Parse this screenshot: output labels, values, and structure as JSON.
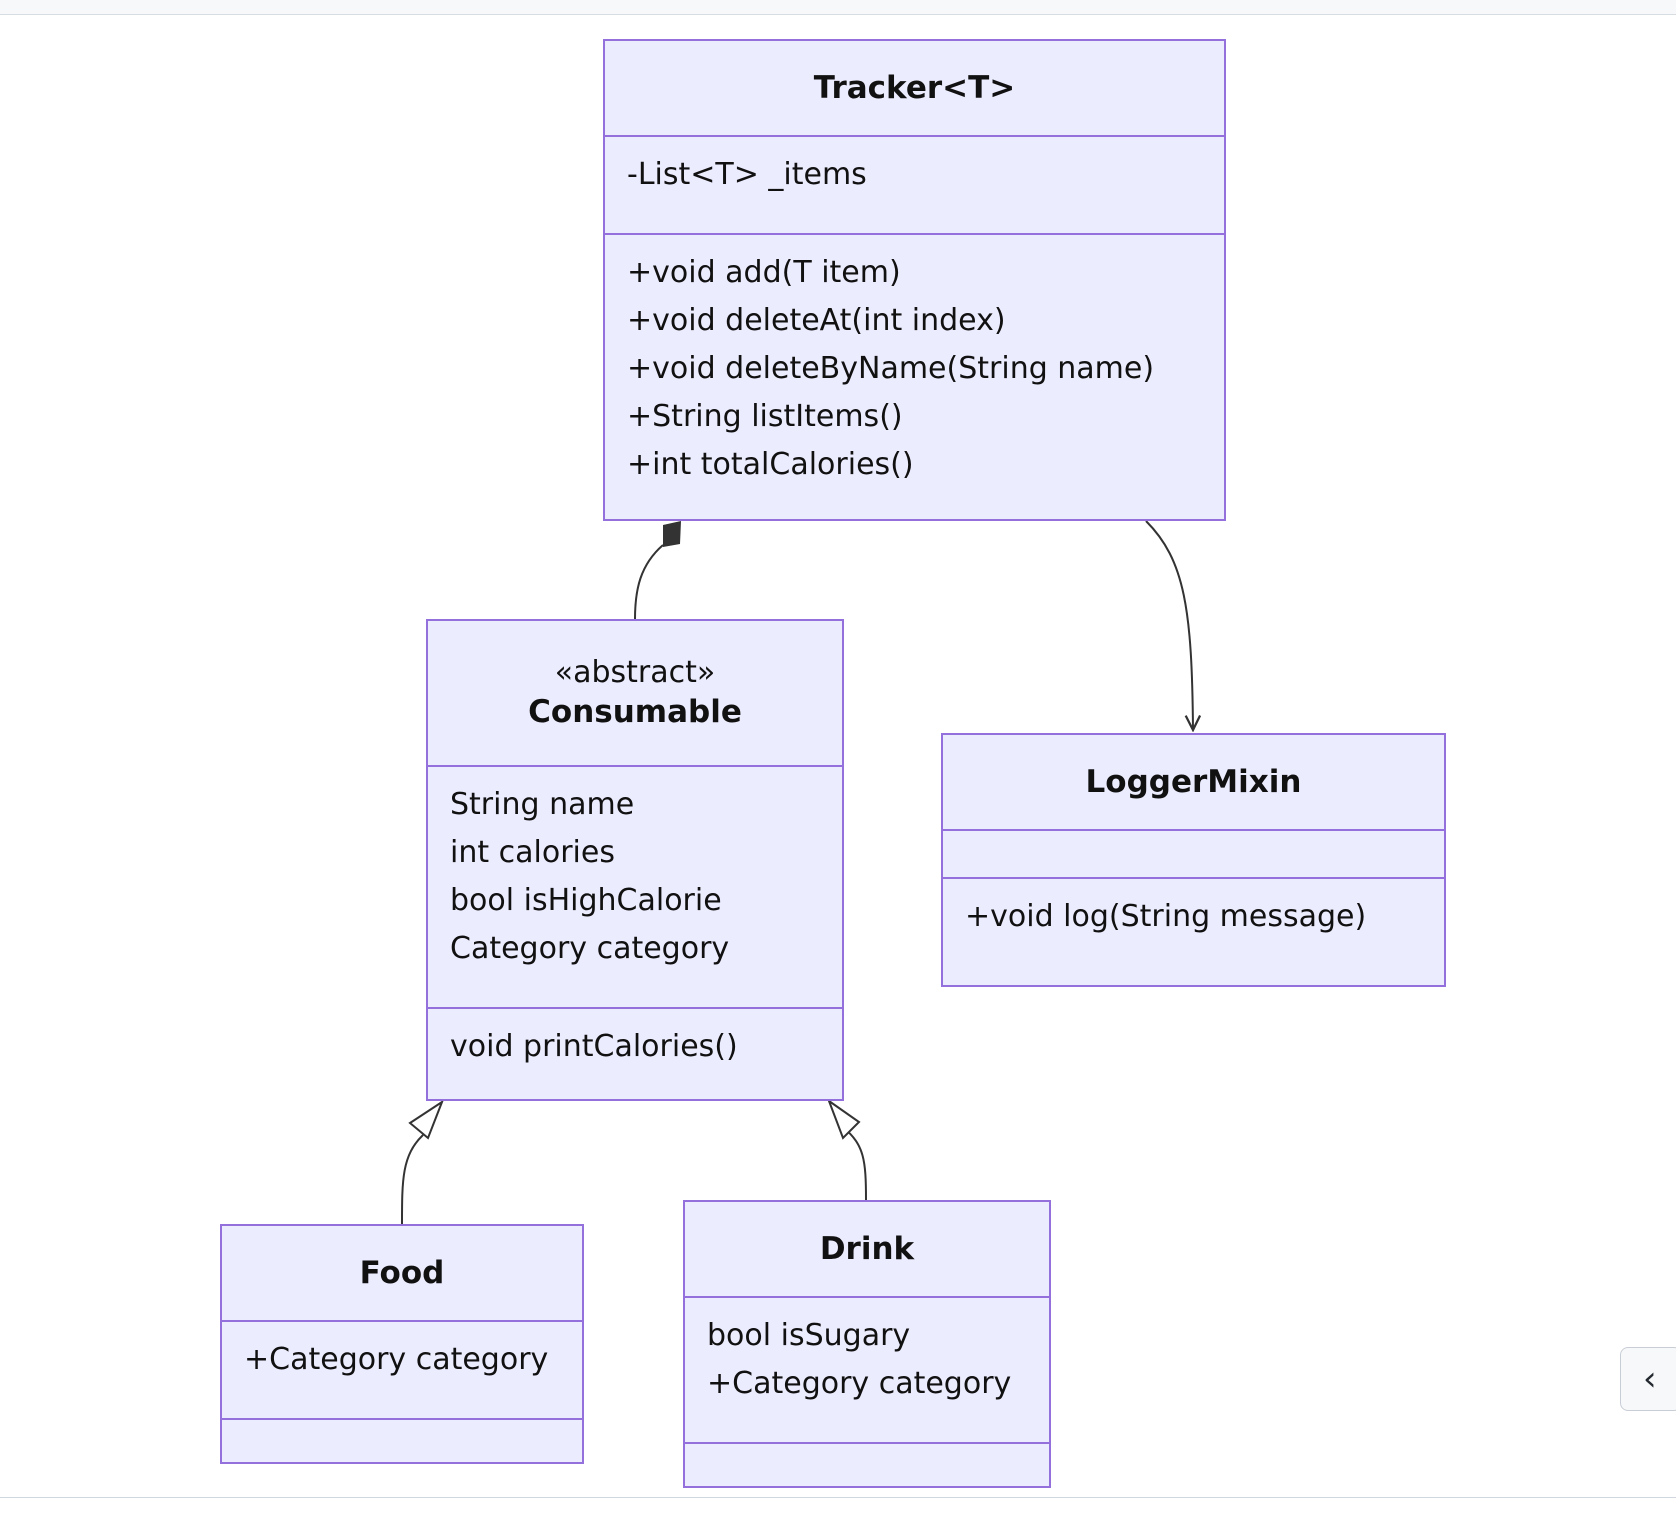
{
  "diagram": {
    "classes": {
      "tracker": {
        "title": "Tracker<T>",
        "attributes": [
          "-List<T> _items"
        ],
        "methods": [
          "+void add(T item)",
          "+void deleteAt(int index)",
          "+void deleteByName(String name)",
          "+String listItems()",
          "+int totalCalories()"
        ]
      },
      "consumable": {
        "stereotype": "«abstract»",
        "title": "Consumable",
        "attributes": [
          "String name",
          "int calories",
          "bool isHighCalorie",
          "Category category"
        ],
        "methods": [
          "void printCalories()"
        ]
      },
      "logger": {
        "title": "LoggerMixin",
        "attributes": [],
        "methods": [
          "+void log(String message)"
        ]
      },
      "food": {
        "title": "Food",
        "attributes": [
          "+Category category"
        ],
        "methods": []
      },
      "drink": {
        "title": "Drink",
        "attributes": [
          "bool isSugary",
          "+Category category"
        ],
        "methods": []
      }
    },
    "relations": [
      {
        "from": "tracker",
        "to": "consumable",
        "type": "composition"
      },
      {
        "from": "tracker",
        "to": "logger",
        "type": "association"
      },
      {
        "from": "food",
        "to": "consumable",
        "type": "inheritance"
      },
      {
        "from": "drink",
        "to": "consumable",
        "type": "inheritance"
      }
    ],
    "colors": {
      "fill": "#ECECFF",
      "stroke": "#9370DB",
      "edge": "#333333"
    }
  },
  "ui": {
    "collapse_icon": "chevron-left-icon",
    "collapse_glyph": "‹"
  }
}
